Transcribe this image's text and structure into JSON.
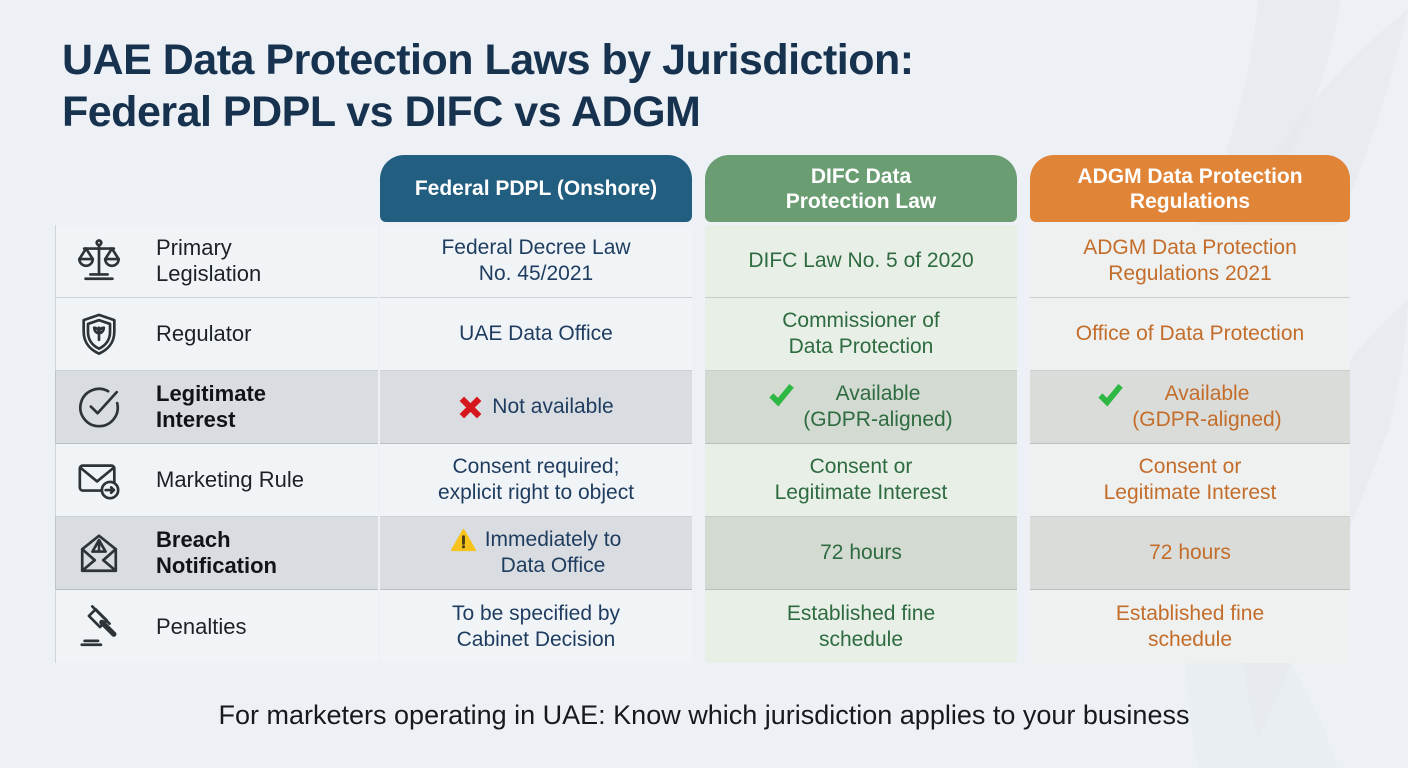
{
  "title": {
    "line1": "UAE Data Protection Laws by Jurisdiction:",
    "line2": "Federal PDPL vs DIFC vs ADGM"
  },
  "columns": {
    "federal": {
      "label": "Federal PDPL (Onshore)",
      "header_color": "#215e80",
      "text_color": "#1e3c5f"
    },
    "difc": {
      "label": "DIFC Data\nProtection Law",
      "header_color": "#6b9d73",
      "text_color": "#2e6b40"
    },
    "adgm": {
      "label": "ADGM Data Protection\nRegulations",
      "header_color": "#e08438",
      "text_color": "#c46d2b"
    }
  },
  "rows": [
    {
      "label": "Primary\nLegislation",
      "icon": "scales-icon",
      "bold": false,
      "federal": "Federal Decree Law\nNo. 45/2021",
      "difc": "DIFC Law No. 5 of 2020",
      "adgm": "ADGM Data Protection\nRegulations 2021"
    },
    {
      "label": "Regulator",
      "icon": "shield-icon",
      "bold": false,
      "federal": "UAE Data Office",
      "difc": "Commissioner of\nData Protection",
      "adgm": "Office of Data Protection"
    },
    {
      "label": "Legitimate\nInterest",
      "icon": "check-circle-icon",
      "bold": true,
      "federal": "Not available",
      "federal_icon": "red-x",
      "difc": "Available\n(GDPR-aligned)",
      "difc_icon": "green-check",
      "adgm": "Available\n(GDPR-aligned)",
      "adgm_icon": "green-check"
    },
    {
      "label": "Marketing Rule",
      "icon": "envelope-send-icon",
      "bold": false,
      "federal": "Consent required;\nexplicit right to object",
      "difc": "Consent or\nLegitimate Interest",
      "adgm": "Consent or\nLegitimate Interest"
    },
    {
      "label": "Breach\nNotification",
      "icon": "breach-envelope-icon",
      "bold": true,
      "federal": "Immediately to\nData Office",
      "federal_icon": "warning-triangle",
      "difc": "72 hours",
      "adgm": "72 hours"
    },
    {
      "label": "Penalties",
      "icon": "gavel-icon",
      "bold": false,
      "federal": "To be specified by\nCabinet Decision",
      "difc": "Established fine\nschedule",
      "adgm": "Established fine\nschedule"
    }
  ],
  "status_icons": {
    "red-x": "#d6161d",
    "green-check": "#2fb743",
    "warning-triangle": "#f6c21c"
  },
  "footer": "For marketers operating in UAE: Know which jurisdiction applies to your business",
  "colors": {
    "bg-page": "#edf1f6",
    "title": "#16324e",
    "hdr-federal": "#215e80",
    "hdr-difc": "#6b9d73",
    "hdr-adgm": "#e08438",
    "txt-federal": "#1e3c5f",
    "txt-difc": "#2e6b40",
    "txt-adgm": "#c46d2b"
  }
}
